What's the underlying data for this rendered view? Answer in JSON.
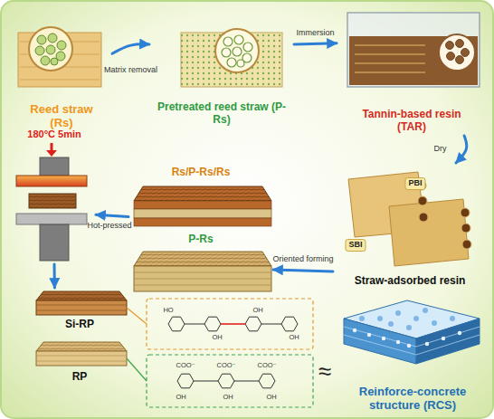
{
  "diagram": {
    "nodes": [
      {
        "text": [
          "Reed straw (Rs)"
        ]
      },
      {
        "text": [
          "Pretreated reed straw (P-Rs)"
        ]
      },
      {
        "text": [
          "Tannin-based resin (TAR)"
        ]
      },
      {
        "text": [
          "Straw-adsorbed resin"
        ]
      },
      {
        "text": [
          "Rs/P-Rs/Rs"
        ]
      },
      {
        "text": [
          "P-Rs"
        ]
      },
      {
        "text": [
          "180°C 5min"
        ]
      },
      {
        "text": [
          "Si-RP"
        ]
      },
      {
        "text": [
          "RP"
        ]
      },
      {
        "text": [
          "Reinforce-concrete structure (RCS)"
        ]
      }
    ],
    "edges": [
      {
        "from": 0,
        "to": 1,
        "label": "Matrix removal",
        "arrow": "to"
      },
      {
        "from": 1,
        "to": 2,
        "label": "Immersion",
        "arrow": "to"
      },
      {
        "from": 2,
        "to": 3,
        "label": "Dry",
        "arrow": "to"
      },
      {
        "from": 3,
        "to": 5,
        "label": "Oriented forming",
        "arrow": "to"
      },
      {
        "from": 4,
        "to": 6,
        "label": "Hot-pressed",
        "arrow": "to"
      },
      {
        "from": 6,
        "to": 7,
        "arrow": "to"
      }
    ],
    "labels": [
      "PBI",
      "SBI",
      "HO",
      "OH",
      "OH",
      "OH",
      "COO⁻",
      "COO⁻",
      "COO⁻",
      "OH",
      "OH",
      "OH",
      "≈"
    ]
  }
}
